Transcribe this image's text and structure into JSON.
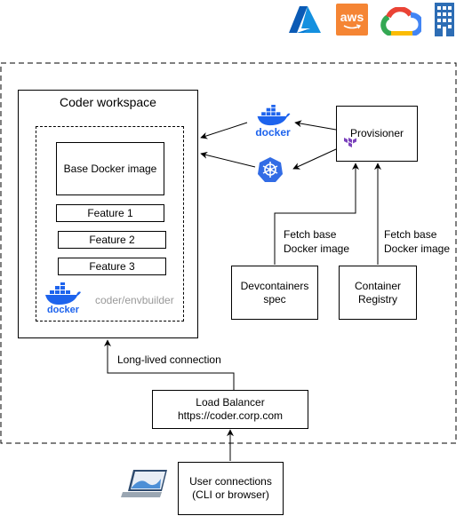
{
  "cloud_icons": [
    {
      "name": "azure-logo",
      "color": "#0078d4"
    },
    {
      "name": "aws-logo",
      "text": "aws",
      "color": "#f58534"
    },
    {
      "name": "google-cloud-logo",
      "colors": [
        "#ea4335",
        "#fbbc04",
        "#34a853",
        "#4285f4"
      ]
    },
    {
      "name": "on-prem-building-icon",
      "color": "#2d6db5"
    }
  ],
  "workspace": {
    "title": "Coder workspace",
    "base_image": "Base Docker image",
    "features": [
      "Feature 1",
      "Feature 2",
      "Feature 3"
    ],
    "envbuilder_label": "coder/envbuilder",
    "docker_logo_text": "docker"
  },
  "provisioner": {
    "label": "Provisioner"
  },
  "runtimes": {
    "docker_text": "docker"
  },
  "fetch_labels": {
    "devcontainers": "Fetch base\nDocker image",
    "registry": "Fetch base\nDocker image"
  },
  "devcontainers_spec": {
    "label": "Devcontainers\nspec"
  },
  "container_registry": {
    "label": "Container\nRegistry"
  },
  "connection_label": "Long-lived connection",
  "load_balancer": {
    "label": "Load Balancer\nhttps://coder.corp.com"
  },
  "user_connections": {
    "label": "User connections\n(CLI or browser)"
  },
  "colors": {
    "docker_blue": "#1d63ed",
    "kubernetes_blue": "#326ce5",
    "terraform_purple": "#7b42bc",
    "envbuilder_gray": "#999999"
  }
}
